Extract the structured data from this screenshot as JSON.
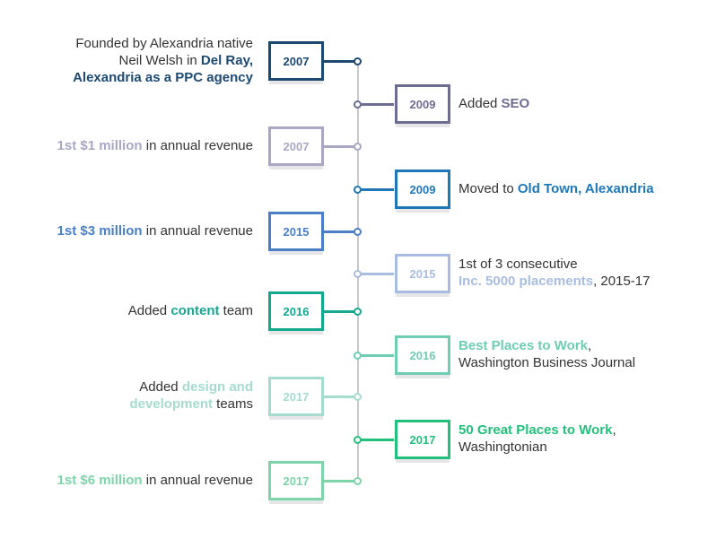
{
  "items": [
    {
      "side": "left",
      "year": "2007",
      "color": "#1d4a72",
      "lines": [
        [
          {
            "t": "Founded by Alexandria native"
          }
        ],
        [
          {
            "t": "Neil Welsh in "
          },
          {
            "t": "Del Ray,",
            "b": true
          }
        ],
        [
          {
            "t": "Alexandria as a PPC agency",
            "b": true
          }
        ]
      ]
    },
    {
      "side": "right",
      "year": "2009",
      "color": "#6d6d94",
      "lines": [
        [
          {
            "t": "Added "
          },
          {
            "t": "SEO",
            "b": true
          }
        ]
      ]
    },
    {
      "side": "left",
      "year": "2007",
      "color": "#a9a7c3",
      "lines": [
        [
          {
            "t": "1st $1 million",
            "b": true
          },
          {
            "t": " in annual revenue"
          }
        ]
      ]
    },
    {
      "side": "right",
      "year": "2009",
      "color": "#1f77b7",
      "lines": [
        [
          {
            "t": "Moved to "
          },
          {
            "t": "Old Town, Alexandria",
            "b": true
          }
        ]
      ]
    },
    {
      "side": "left",
      "year": "2015",
      "color": "#4a7fc8",
      "lines": [
        [
          {
            "t": "1st $3 million",
            "b": true
          },
          {
            "t": " in annual revenue"
          }
        ]
      ]
    },
    {
      "side": "right",
      "year": "2015",
      "color": "#a9bde2",
      "lines": [
        [
          {
            "t": "1st of 3 consecutive"
          }
        ],
        [
          {
            "t": "Inc. 5000 placements",
            "b": true
          },
          {
            "t": ", 2015-17"
          }
        ]
      ]
    },
    {
      "side": "left",
      "year": "2016",
      "color": "#14a98f",
      "lines": [
        [
          {
            "t": "Added "
          },
          {
            "t": "content",
            "b": true
          },
          {
            "t": " team"
          }
        ]
      ]
    },
    {
      "side": "right",
      "year": "2016",
      "color": "#6ecdb2",
      "lines": [
        [
          {
            "t": "Best Places to Work",
            "b": true
          },
          {
            "t": ","
          }
        ],
        [
          {
            "t": "Washington Business Journal"
          }
        ]
      ]
    },
    {
      "side": "left",
      "year": "2017",
      "color": "#a6dcd0",
      "lines": [
        [
          {
            "t": "Added "
          },
          {
            "t": "design and",
            "b": true
          }
        ],
        [
          {
            "t": "development",
            "b": true
          },
          {
            "t": " teams"
          }
        ]
      ]
    },
    {
      "side": "right",
      "year": "2017",
      "color": "#23c07b",
      "lines": [
        [
          {
            "t": "50 Great Places to Work",
            "b": true
          },
          {
            "t": ","
          }
        ],
        [
          {
            "t": "Washingtonian"
          }
        ]
      ]
    },
    {
      "side": "left",
      "year": "2017",
      "color": "#7dd5a9",
      "lines": [
        [
          {
            "t": "1st $6 million",
            "b": true
          },
          {
            "t": " in annual revenue"
          }
        ]
      ]
    }
  ]
}
